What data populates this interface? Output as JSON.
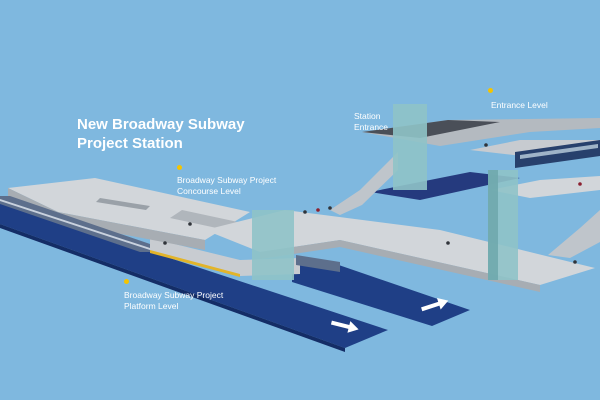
{
  "title": {
    "line1": "New Broadway Subway",
    "line2": "Project Station"
  },
  "labels": {
    "entrance_level": "Entrance Level",
    "station_entrance_line1": "Station",
    "station_entrance_line2": "Entrance",
    "concourse_line1": "Broadway Subway Project",
    "concourse_line2": "Concourse Level",
    "platform_line1": "Broadway Subway Project",
    "platform_line2": "Platform Level"
  },
  "colors": {
    "background": "#7fb8df",
    "track": "#1f3f86",
    "slab": "#d2d6da",
    "glass": "#8fc3c8",
    "marker": "#f5c400",
    "label_text": "#ffffff"
  },
  "icons": {
    "direction_arrows": "arrow-right-icon"
  }
}
